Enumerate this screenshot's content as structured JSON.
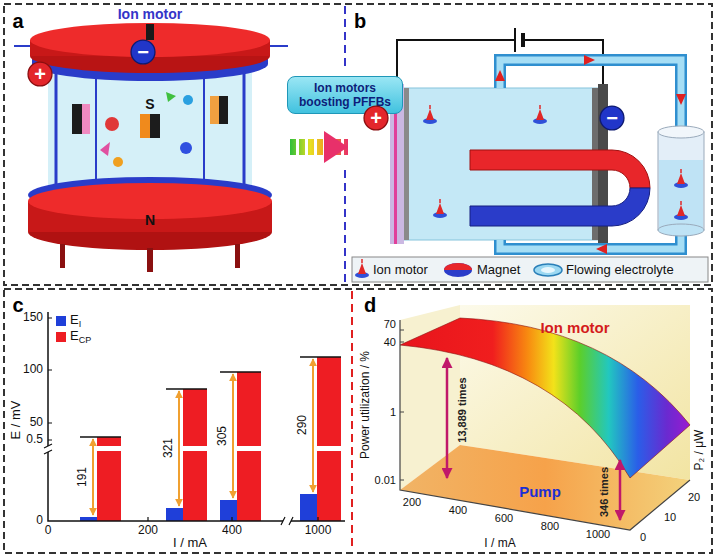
{
  "diagram": {
    "nodes": [
      {
        "text": [
          "a",
          "Ion motor"
        ]
      },
      {
        "text": [
          "+"
        ],
        "in": 0
      },
      {
        "text": [
          "−"
        ],
        "in": 0
      },
      {
        "text": [
          "Ion motors boosting PFFBs"
        ]
      },
      {
        "text": [
          "b"
        ]
      },
      {
        "text": [
          "+"
        ],
        "in": 4
      },
      {
        "text": [
          "−"
        ],
        "in": 4
      },
      {
        "text": [
          "c"
        ]
      },
      {
        "text": [
          "d"
        ]
      }
    ],
    "edges": [
      {
        "from": 0,
        "to": 4,
        "arrow": "to"
      }
    ],
    "labels": [
      "S",
      "N",
      "150",
      "100",
      "50",
      "0.5",
      "0",
      "E / mV",
      "191",
      "321",
      "305",
      "290",
      "0",
      "200",
      "400",
      "1000",
      "I / mA",
      "Power utilization / %",
      "70",
      "40",
      "1",
      "0.01",
      "Ion motor",
      "13,889 times",
      "346 times",
      "Pump",
      "200",
      "400",
      "600",
      "800",
      "1000",
      "I / mA",
      "0",
      "10",
      "20",
      "P₂ / μW"
    ],
    "legend": [
      {
        "text": "Ion motor"
      },
      {
        "text": "Magnet"
      },
      {
        "text": "Flowing electrolyte"
      },
      {
        "text": "EI",
        "color": "#1f3fd9"
      },
      {
        "text": "ECP",
        "color": "#ee1d23"
      }
    ]
  }
}
